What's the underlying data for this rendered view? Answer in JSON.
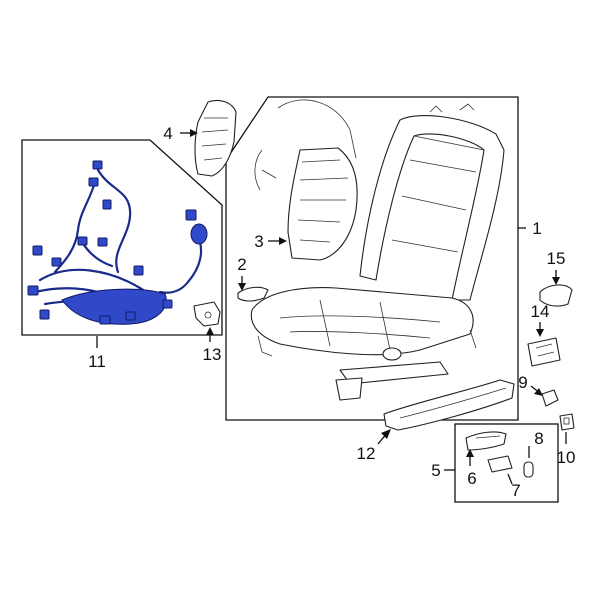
{
  "diagram": {
    "title": "",
    "colors": {
      "highlight": "#2f49c9",
      "line": "#111111",
      "background": "#ffffff"
    },
    "callouts": {
      "c1": "1",
      "c2": "2",
      "c3": "3",
      "c4": "4",
      "c5": "5",
      "c6": "6",
      "c7": "7",
      "c8": "8",
      "c9": "9",
      "c10": "10",
      "c11": "11",
      "c12": "12",
      "c13": "13",
      "c14": "14",
      "c15": "15"
    }
  }
}
